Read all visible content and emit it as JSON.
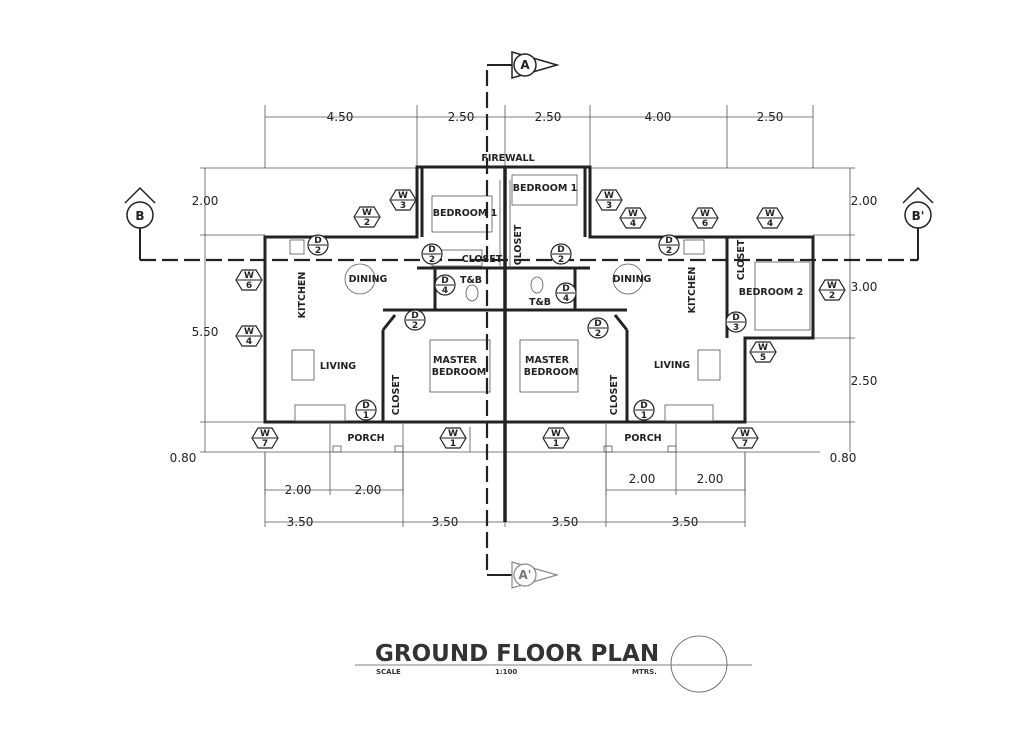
{
  "section_markers": {
    "a_top": "A",
    "a_bottom": "A'",
    "b_left": "B",
    "b_right": "B'"
  },
  "dimensions": {
    "top": [
      "4.50",
      "2.50",
      "2.50",
      "4.00",
      "2.50"
    ],
    "left": [
      "2.00",
      "5.50",
      "0.80"
    ],
    "right": [
      "2.00",
      "3.00",
      "2.50",
      "0.80"
    ],
    "bottom_row1": [
      "2.00",
      "2.00",
      "2.00",
      "2.00"
    ],
    "bottom_row2": [
      "3.50",
      "3.50",
      "3.50",
      "3.50"
    ]
  },
  "rooms": {
    "firewall": "FIREWALL",
    "bedroom1_left": "BEDROOM 1",
    "bedroom1_right": "BEDROOM 1",
    "closet_left_h": "CLOSET",
    "closet_right_v": "CLOSET",
    "closet_left_master": "CLOSET",
    "closet_right_master": "CLOSET",
    "closet_bedroom2": "CLOSET",
    "tb_left": "T&B",
    "tb_right": "T&B",
    "dining_left": "DINING",
    "dining_right": "DINING",
    "kitchen_left": "KITCHEN",
    "kitchen_right": "KITCHEN",
    "living_left": "LIVING",
    "living_right": "LIVING",
    "master_left": [
      "MASTER",
      "BEDROOM"
    ],
    "master_right": [
      "MASTER",
      "BEDROOM"
    ],
    "porch_left": "PORCH",
    "porch_right": "PORCH",
    "bedroom2": "BEDROOM 2"
  },
  "windows": [
    {
      "type": "W",
      "num": "2"
    },
    {
      "type": "W",
      "num": "3"
    },
    {
      "type": "W",
      "num": "6"
    },
    {
      "type": "W",
      "num": "4"
    },
    {
      "type": "W",
      "num": "7"
    },
    {
      "type": "W",
      "num": "1"
    },
    {
      "type": "W",
      "num": "1"
    },
    {
      "type": "W",
      "num": "3"
    },
    {
      "type": "W",
      "num": "4"
    },
    {
      "type": "W",
      "num": "6"
    },
    {
      "type": "W",
      "num": "4"
    },
    {
      "type": "W",
      "num": "2"
    },
    {
      "type": "W",
      "num": "5"
    },
    {
      "type": "W",
      "num": "7"
    }
  ],
  "doors": [
    {
      "type": "D",
      "num": "2"
    },
    {
      "type": "D",
      "num": "2"
    },
    {
      "type": "D",
      "num": "4"
    },
    {
      "type": "D",
      "num": "2"
    },
    {
      "type": "D",
      "num": "1"
    },
    {
      "type": "D",
      "num": "2"
    },
    {
      "type": "D",
      "num": "2"
    },
    {
      "type": "D",
      "num": "4"
    },
    {
      "type": "D",
      "num": "2"
    },
    {
      "type": "D",
      "num": "3"
    },
    {
      "type": "D",
      "num": "1"
    }
  ],
  "title_block": {
    "title": "GROUND FLOOR PLAN",
    "scale_label": "SCALE",
    "scale_value": "1:100",
    "units": "MTRS."
  }
}
